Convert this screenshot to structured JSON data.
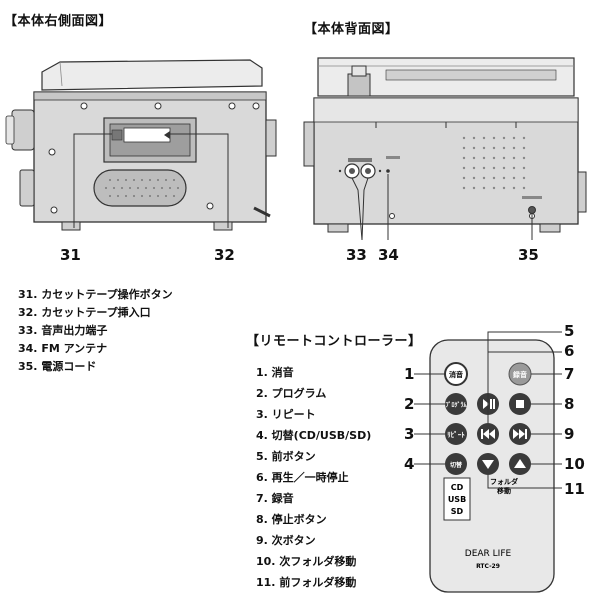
{
  "right_side": {
    "title": "【本体右側面図】",
    "callouts": [
      "31",
      "32"
    ]
  },
  "back": {
    "title": "【本体背面図】",
    "callouts": [
      "33",
      "34",
      "35"
    ]
  },
  "body_legend": [
    "31. カセットテープ操作ボタン",
    "32. カセットテープ挿入口",
    "33. 音声出力端子",
    "34. FM アンテナ",
    "35. 電源コード"
  ],
  "remote": {
    "title": "【リモートコントローラー】",
    "legend": [
      "1. 消音",
      "2. プログラム",
      "3. リピート",
      "4. 切替(CD/USB/SD)",
      "5. 前ボタン",
      "6. 再生／一時停止",
      "7. 録音",
      "8. 停止ボタン",
      "9. 次ボタン",
      "10. 次フォルダ移動",
      "11. 前フォルダ移動"
    ],
    "buttons": {
      "mute": "消音",
      "program": "ﾌﾟﾛｸﾞﾗﾑ",
      "repeat": "ﾘﾋﾟｰﾄ",
      "switch": "切替",
      "record": "録音",
      "folder_label_1": "フォルダ",
      "folder_label_2": "移動"
    },
    "source_labels": [
      "CD",
      "USB",
      "SD"
    ],
    "brand": "DEAR LIFE",
    "model": "RTC-29",
    "callouts": [
      "1",
      "2",
      "3",
      "4",
      "5",
      "6",
      "7",
      "8",
      "9",
      "10",
      "11"
    ]
  },
  "colors": {
    "outline": "#333333",
    "body_gray": "#d9d9d9",
    "panel_gray": "#bdbdbd",
    "button_dark": "#3a3a3a",
    "record_gray": "#9a9a9a"
  }
}
